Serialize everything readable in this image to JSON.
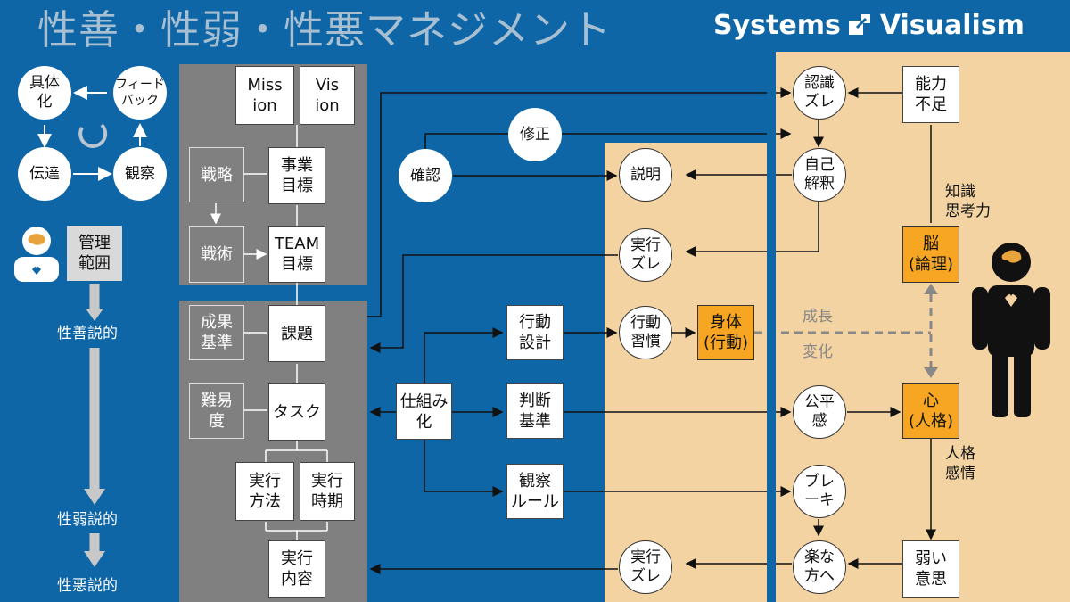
{
  "title": "性善・性弱・性悪マネジメント",
  "brand": {
    "left": "Systems",
    "right": "Visualism",
    "icon": "systems-visualism-logo-icon"
  },
  "left": {
    "cycle": {
      "concretize": "具体\n化",
      "feedback": "フィード\nバック",
      "communicate": "伝達",
      "observe": "観察"
    },
    "scope": "管理\n範囲",
    "theories": {
      "good": "性善説的",
      "weak": "性弱説的",
      "evil": "性悪説的"
    }
  },
  "plan": {
    "mission": "Miss\nion",
    "vision": "Vis\nion",
    "strategy": "戦略",
    "business_goal": "事業\n目標",
    "tactics": "戦術",
    "team_goal": "TEAM\n目標",
    "criteria": "成果\n基準",
    "issue": "課題",
    "difficulty": "難易\n度",
    "task": "タスク",
    "method": "実行\n方法",
    "timing": "実行\n時期",
    "content": "実行\n内容"
  },
  "middle": {
    "correction": "修正",
    "confirm": "確認",
    "mechanize": "仕組み\n化",
    "action_design": "行動\n設計",
    "judgment_criteria": "判断\n基準",
    "observation_rules": "観察\nルール"
  },
  "tan1": {
    "explain": "説明",
    "exec_gap_top": "実行\nズレ",
    "habit": "行動\n習慣",
    "body": "身体\n(行動)",
    "exec_gap_bottom": "実行\nズレ"
  },
  "tan2": {
    "recognition_gap": "認識\nズレ",
    "lack_ability": "能力\n不足",
    "self_interp": "自己\n解釈",
    "knowledge": "知識\n思考力",
    "brain": "脳\n(論理)",
    "growth": "成長",
    "change": "変化",
    "fairness": "公平\n感",
    "heart": "心\n(人格)",
    "character": "人格\n感情",
    "brake": "ブレ\nーキ",
    "easy_way": "楽な\n方へ",
    "weak_will": "弱い\n意思"
  },
  "colors": {
    "blue": "#0e66a6",
    "tan": "#f3d3a2",
    "orange": "#f6a623",
    "gray": "#808080"
  }
}
